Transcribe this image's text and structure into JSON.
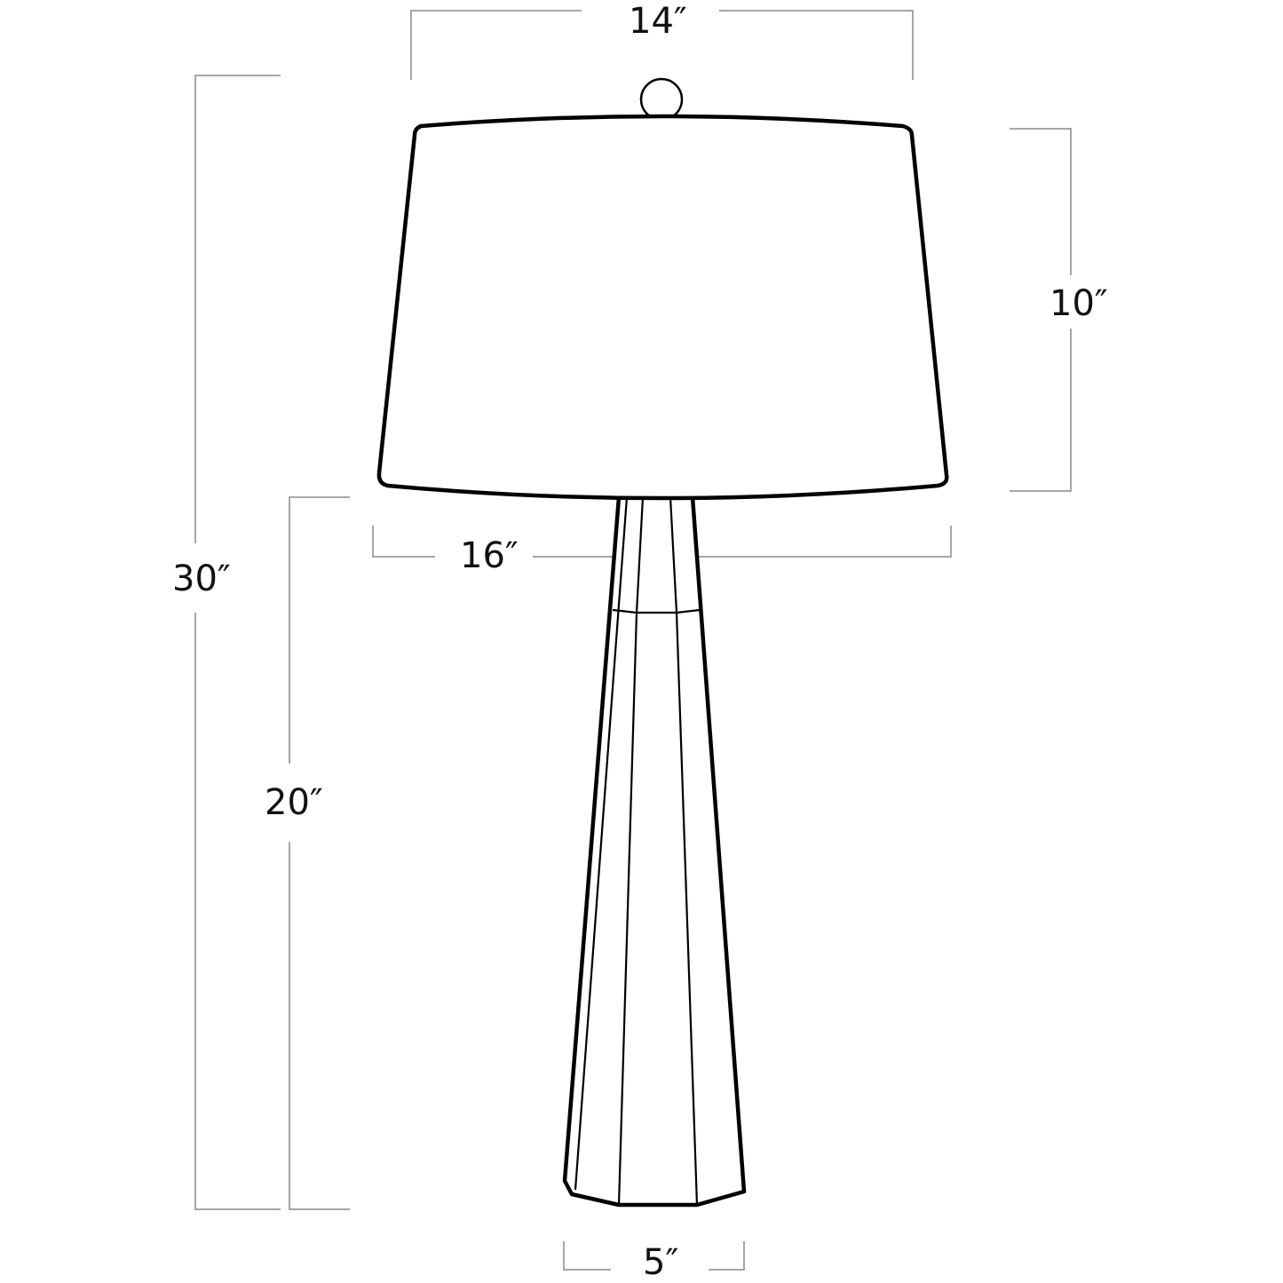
{
  "diagram": {
    "subject": "table lamp dimension drawing",
    "colors": {
      "outline": "#000000",
      "dimension_line": "#a6a6a6",
      "label": "#111111",
      "background": "#ffffff"
    },
    "dimensions": {
      "shade_top_width": "14″",
      "shade_height": "10″",
      "overall_height": "30″",
      "base_height": "20″",
      "shade_bottom_width": "16″",
      "base_width": "5″"
    },
    "parts": [
      "finial",
      "shade",
      "body",
      "collar",
      "base"
    ]
  }
}
